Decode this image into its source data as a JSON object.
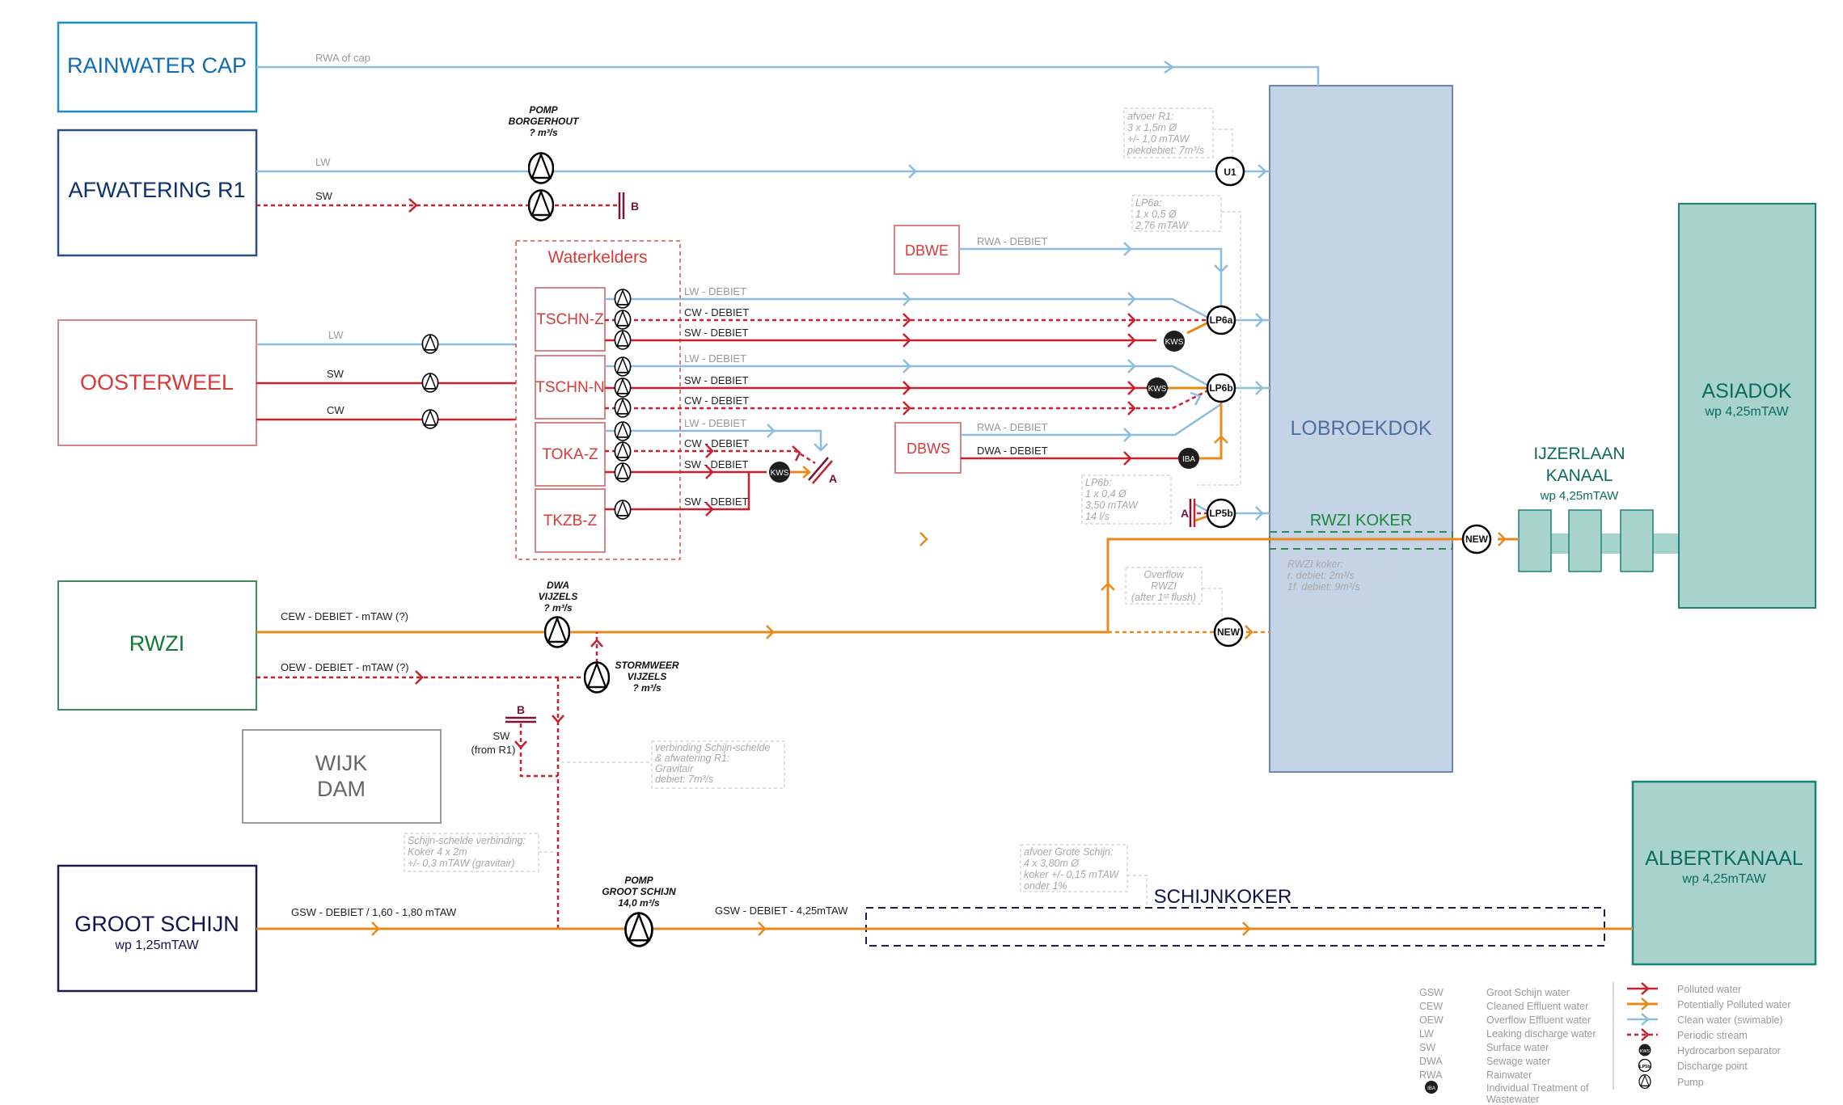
{
  "sources": {
    "rainwater_cap": "RAINWATER CAP",
    "afwatering_r1": "AFWATERING R1",
    "oosterweel": "OOSTERWEEL",
    "rwzi": "RWZI",
    "wijk_dam_line1": "WIJK",
    "wijk_dam_line2": "DAM",
    "groot_schijn": "GROOT SCHIJN",
    "groot_schijn_wp": "wp 1,25mTAW"
  },
  "waterkelders": {
    "title": "Waterkelders",
    "cellars": [
      "TSCHN-Z",
      "TSCHN-N",
      "TOKA-Z",
      "TKZB-Z"
    ]
  },
  "discharge_sources": {
    "dbwe": "DBWE",
    "dbws": "DBWS"
  },
  "destinations": {
    "lobroekdok": "LOBROEKDOK",
    "rwzi_koker": "RWZI KOKER",
    "ijzerlaan_line1": "IJZERLAAN",
    "ijzerlaan_line2": "KANAAL",
    "ijzerlaan_wp": "wp 4,25mTAW",
    "asiadok": "ASIADOK",
    "asiadok_wp": "wp 4,25mTAW",
    "albertkanaal": "ALBERTKANAAL",
    "albertkanaal_wp": "wp 4,25mTAW",
    "schijnkoker": "SCHIJNKOKER"
  },
  "flow_labels": {
    "rwa_of_cap": "RWA of cap",
    "r1_lw": "LW",
    "r1_sw": "SW",
    "oost_lw": "LW",
    "oost_sw": "SW",
    "oost_cw": "CW",
    "tschnz": [
      "LW - DEBIET",
      "CW - DEBIET",
      "SW - DEBIET"
    ],
    "tschnn": [
      "LW - DEBIET",
      "SW - DEBIET",
      "CW - DEBIET"
    ],
    "tokaz": [
      "LW - DEBIET",
      "CW - DEBIET",
      "SW - DEBIET"
    ],
    "tkzbz": [
      "SW - DEBIET"
    ],
    "dbwe_rwa": "RWA - DEBIET",
    "dbws_rwa": "RWA - DEBIET",
    "dbws_dwa": "DWA - DEBIET",
    "cew": "CEW - DEBIET - mTAW (?)",
    "oew": "OEW - DEBIET - mTAW (?)",
    "sw_from_r1_line1": "SW",
    "sw_from_r1_line2": "(from R1)",
    "gsw_in": "GSW - DEBIET / 1,60 - 1,80 mTAW",
    "gsw_out": "GSW - DEBIET - 4,25mTAW"
  },
  "pumps": {
    "borgerhout": [
      "POMP",
      "BORGERHOUT",
      "? m³/s"
    ],
    "dwa_vijzels": [
      "DWA",
      "VIJZELS",
      "? m³/s"
    ],
    "stormweer_vijzels": [
      "STORMWEER",
      "VIJZELS",
      "? m³/s"
    ],
    "groot_schijn": [
      "POMP",
      "GROOT SCHIJN",
      "14,0 m³/s"
    ]
  },
  "discharge_points": {
    "u1": "U1",
    "lp6a": "LP6a",
    "lp6b": "LP6b",
    "lp5b": "LP5b",
    "new_rwzi_koker": "NEW",
    "new_overflow": "NEW"
  },
  "separators": {
    "kws": "KWS",
    "iba": "IBA"
  },
  "valves": {
    "a": "A",
    "b": "B"
  },
  "notes": {
    "afvoer_r1": [
      "afvoer R1:",
      "3 x 1,5m Ø",
      "+/- 1,0 mTAW",
      "piekdebiet: 7m³/s"
    ],
    "lp6a": [
      "LP6a:",
      "1 x 0,5 Ø",
      "2,76 mTAW"
    ],
    "lp6b": [
      "LP6b:",
      "1 x 0,4 Ø",
      "3,50 mTAW",
      "14 l/s"
    ],
    "overflow_rwzi": [
      "Overflow",
      "RWZI",
      "(after 1ˢᵗ flush)"
    ],
    "rwzi_koker": [
      "RWZI koker:",
      "r. debiet: 2m³/s",
      "1f. debiet: 9m³/s"
    ],
    "verbinding": [
      "verbinding Schijn-schelde",
      "& afwatering R1:",
      "Gravitair",
      "debiet: 7m³/s"
    ],
    "schijn_schelde": [
      "Schijn-schelde verbinding:",
      "Koker 4 x 2m",
      "+/- 0,3 mTAW  (gravitair)"
    ],
    "afvoer_grote_schijn": [
      "afvoer Grote Schijn:",
      "4 x 3,80m Ø",
      "koker +/- 0,15 mTAW",
      "onder 1%"
    ]
  },
  "legend": {
    "abbreviations": [
      {
        "code": "GSW",
        "meaning": "Groot Schijn water"
      },
      {
        "code": "CEW",
        "meaning": "Cleaned Effluent water"
      },
      {
        "code": "OEW",
        "meaning": "Overflow Effluent water"
      },
      {
        "code": "LW",
        "meaning": "Leaking discharge water"
      },
      {
        "code": "SW",
        "meaning": "Surface water"
      },
      {
        "code": "DWA",
        "meaning": "Sewage water"
      },
      {
        "code": "RWA",
        "meaning": "Rainwater"
      },
      {
        "code": "IBA",
        "meaning": "Individual Treatment of",
        "meaning2": "Wastewater"
      }
    ],
    "symbols": [
      {
        "type": "polluted",
        "label": "Polluted water"
      },
      {
        "type": "potentially",
        "label": "Potentially Polluted water"
      },
      {
        "type": "clean",
        "label": "Clean water (swimable)"
      },
      {
        "type": "periodic",
        "label": "Periodic stream"
      },
      {
        "type": "kws",
        "label": "Hydrocarbon separator",
        "glyph": "KWS"
      },
      {
        "type": "lp",
        "label": "Discharge point",
        "glyph": "LP5b"
      },
      {
        "type": "pump",
        "label": "Pump"
      }
    ]
  },
  "colors": {
    "polluted": "#c8202f",
    "potentially_polluted": "#e78a1a",
    "clean": "#8dbcdc",
    "lobroekdok_fill": "#c5d3e6",
    "teal_fill": "#a8d3cd",
    "teal_stroke": "#1d8274"
  }
}
